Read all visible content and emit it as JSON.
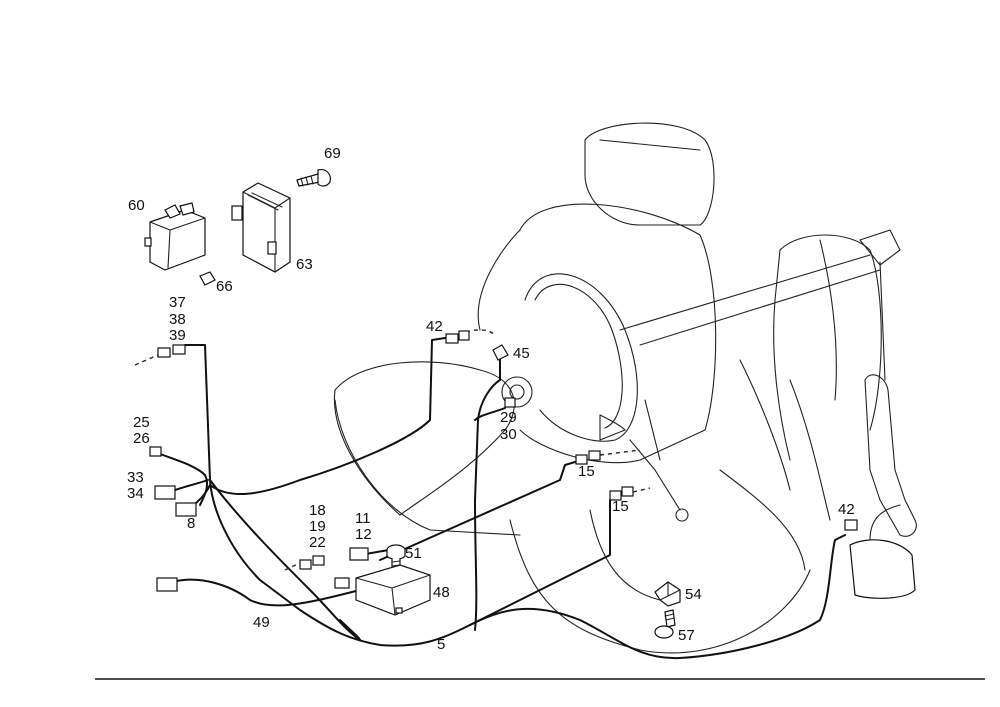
{
  "diagram": {
    "callouts": {
      "c69": "69",
      "c60": "60",
      "c63": "63",
      "c66": "66",
      "c37": "37",
      "c38": "38",
      "c39": "39",
      "c42a": "42",
      "c45": "45",
      "c25": "25",
      "c26": "26",
      "c29": "29",
      "c30": "30",
      "c33": "33",
      "c34": "34",
      "c8": "8",
      "c15a": "15",
      "c15b": "15",
      "c18": "18",
      "c19": "19",
      "c22": "22",
      "c11": "11",
      "c12": "12",
      "c51": "51",
      "c48": "48",
      "c49": "49",
      "c5": "5",
      "c42b": "42",
      "c54": "54",
      "c57": "57"
    }
  }
}
